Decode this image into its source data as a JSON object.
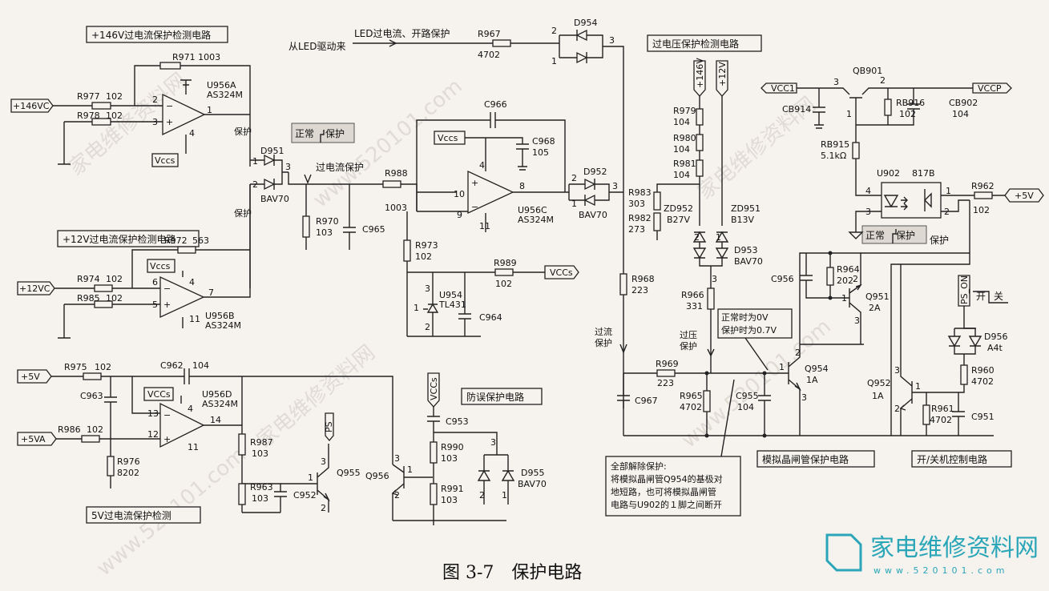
{
  "caption": "图 3-7　保护电路",
  "watermark": {
    "site": "家电维修资料网",
    "url": "www.520101.com",
    "logo_text": "家电维修资料网",
    "logo_url": "www.520101.com",
    "brand_color": "#2aa6b8"
  },
  "section_titles": {
    "s146": "+146V过电流保护检测电路",
    "s12": "+12V过电流保护检测电路",
    "s5": "5V过电流保护检测",
    "ov": "过电压保护检测电路",
    "anti": "防误保护电路",
    "scr": "模拟晶闸管保护电路",
    "onoff": "开/关机控制电路"
  },
  "annotations": {
    "from_led": "从LED驱动来",
    "led_prot": "LED过电流、开路保护",
    "overcur_prot": "过电流保护",
    "normal": "正常",
    "protect": "保护",
    "protect_short": "保护",
    "protect_short2": "保护",
    "overflow": "过流",
    "overflow2": "保护",
    "overvolt": "过压",
    "overvolt2": "保护",
    "normal2": "正常",
    "protect3": "保护",
    "protect4": "保护",
    "normal_0v": "正常时为0V",
    "protect_07v": "保护时为0.7V",
    "on": "开",
    "off": "关",
    "release_title": "全部解除保护:",
    "release_lines": [
      "将模拟晶闸管Q954的基极对",
      "地短路，也可将模拟晶闸管",
      "电路与U902的１脚之间断开"
    ]
  },
  "nets": {
    "v146c": "+146VC",
    "v12c": "+12VC",
    "v5": "+5V",
    "v5a": "+5VA",
    "vccs": "Vccs",
    "vccs2": "VCCs",
    "vccs3": "VCCs",
    "vccs4": "VCCs",
    "vccs5": "Vccs",
    "vccs6": "Vccs",
    "vcc1": "VCC1",
    "vccp": "VCCP",
    "p5v": "+5V",
    "ps": "PS",
    "ps_on": "PS_ON",
    "n146v": "+146V",
    "n12v": "+12V"
  },
  "components": {
    "r971": "R971  1003",
    "r977": "R977",
    "r977v": "102",
    "r978": "R978",
    "r978v": "102",
    "u956a": "U956A",
    "u956a_t": "AS324M",
    "d951": "D951",
    "bav70a": "BAV70",
    "r972": "R972",
    "r972v": "563",
    "r974": "R974",
    "r974v": "102",
    "r985": "R985",
    "r985v": "102",
    "u956b": "U956B",
    "u956b_t": "AS324M",
    "r975": "R975",
    "r975v": "102",
    "c963": "C963",
    "c962": "C962",
    "c962v": "104",
    "r986": "R986",
    "r986v": "102",
    "r976": "R976",
    "r976v": "8202",
    "u956d": "U956D",
    "u956d_t": "AS324M",
    "r987": "R987",
    "r987v": "103",
    "r963": "R963",
    "r963v": "103",
    "c952": "C952",
    "q955": "Q955",
    "q956": "Q956",
    "c953": "C953",
    "r990": "R990",
    "r990v": "103",
    "r991": "R991",
    "r991v": "103",
    "d955": "D955",
    "bav70d": "BAV70",
    "r970": "R970",
    "r970v": "103",
    "c965": "C965",
    "r988": "R988",
    "r988v": "1003",
    "c966": "C966",
    "c968": "C968",
    "c968v": "105",
    "u956c": "U956C",
    "u956c_t": "AS324M",
    "r973": "R973",
    "r973v": "102",
    "u954": "U954",
    "u954_t": "TL431",
    "c964": "C964",
    "r989": "R989",
    "r989v": "102",
    "r967": "R967",
    "r967v": "4702",
    "d954": "D954",
    "d952": "D952",
    "bav70b": "BAV70",
    "r983": "R983",
    "r983v": "303",
    "r982": "R982",
    "r982v": "273",
    "r979": "R979",
    "r979v": "104",
    "r980": "R980",
    "r980v": "104",
    "r981": "R981",
    "r981v": "104",
    "zd952": "ZD952",
    "zd952v": "B27V",
    "zd951": "ZD951",
    "zd951v": "B13V",
    "d953": "D953",
    "bav70c": "BAV70",
    "r968": "R968",
    "r968v": "223",
    "r966": "R966",
    "r966v": "331",
    "r969": "R969",
    "r969v": "223",
    "c967": "C967",
    "r965": "R965",
    "r965v": "4702",
    "c955": "C955",
    "c955v": "104",
    "c956": "C956",
    "r964": "R964",
    "r964v": "202",
    "q951": "Q951",
    "q951v": "2A",
    "q954": "Q954",
    "q954v": "1A",
    "qb901": "QB901",
    "cb914": "CB914",
    "rb916": "RB916",
    "rb916v": "102",
    "cb902": "CB902",
    "cb902v": "104",
    "rb915": "RB915",
    "rb915v": "5.1kΩ",
    "u902": "U902",
    "u902_t": "817B",
    "r962": "R962",
    "r962v": "102",
    "q952": "Q952",
    "q952v": "1A",
    "d956": "D956",
    "d956v": "A4t",
    "r960": "R960",
    "r960v": "4702",
    "r961": "R961",
    "r961v": "4702",
    "c951": "C951"
  },
  "pins": [
    "1",
    "2",
    "3",
    "4",
    "5",
    "6",
    "7",
    "8",
    "9",
    "10",
    "11",
    "12",
    "13",
    "14"
  ]
}
